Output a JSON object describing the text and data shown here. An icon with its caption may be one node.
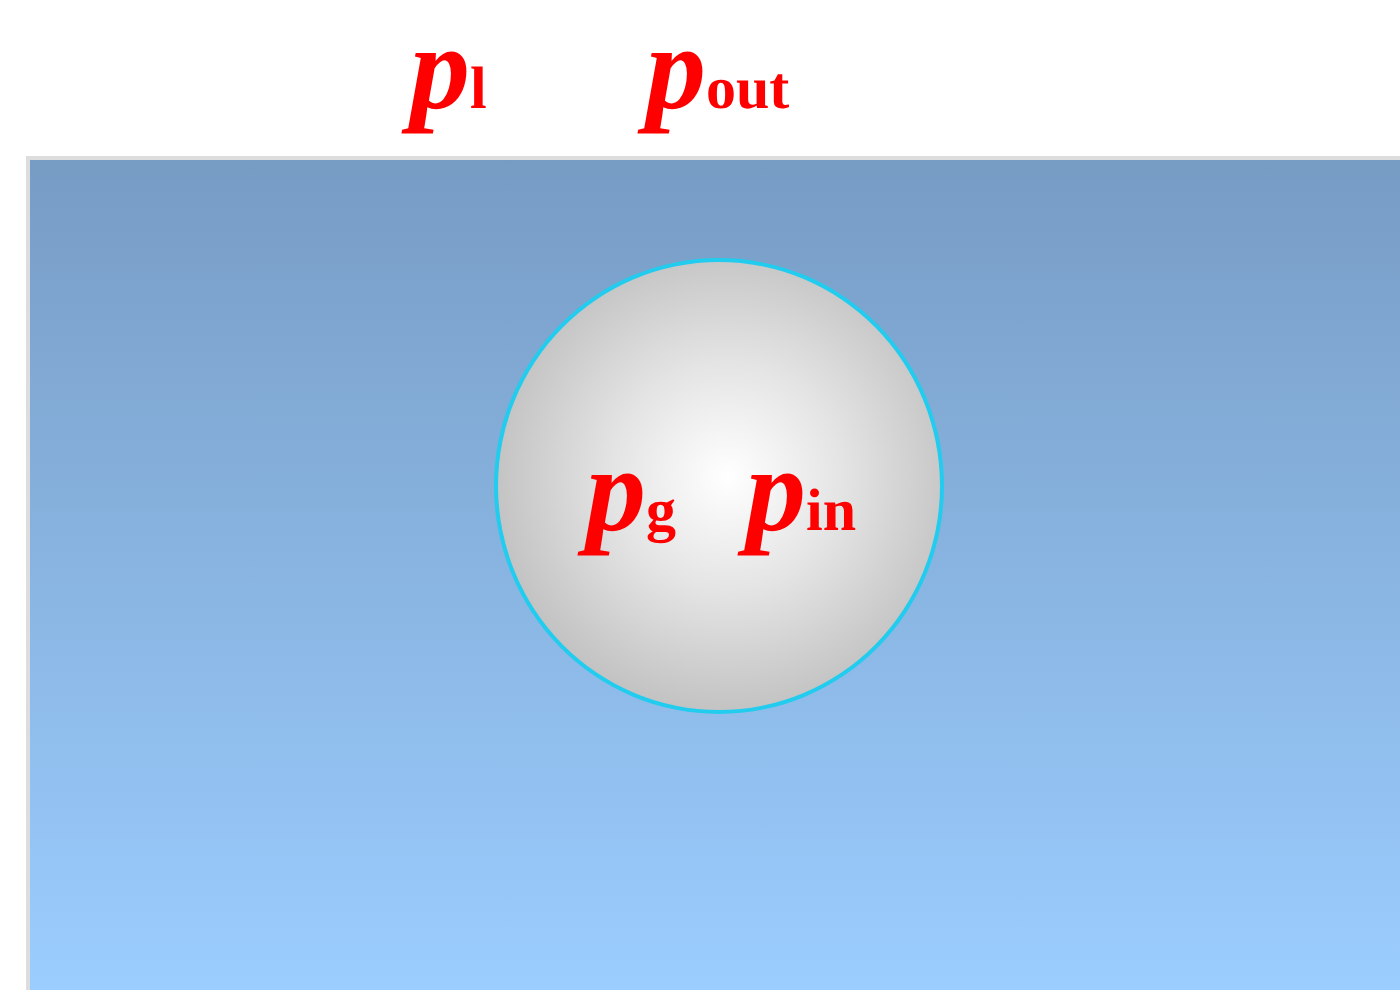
{
  "diagram": {
    "nodes": [
      {
        "text": [
          "*p*$_{l}$",
          "*p*$_{out}$"
        ]
      },
      {
        "text": [
          "*p*$_{g}$",
          "*p*$_{in}$"
        ],
        "in": 0
      }
    ]
  }
}
